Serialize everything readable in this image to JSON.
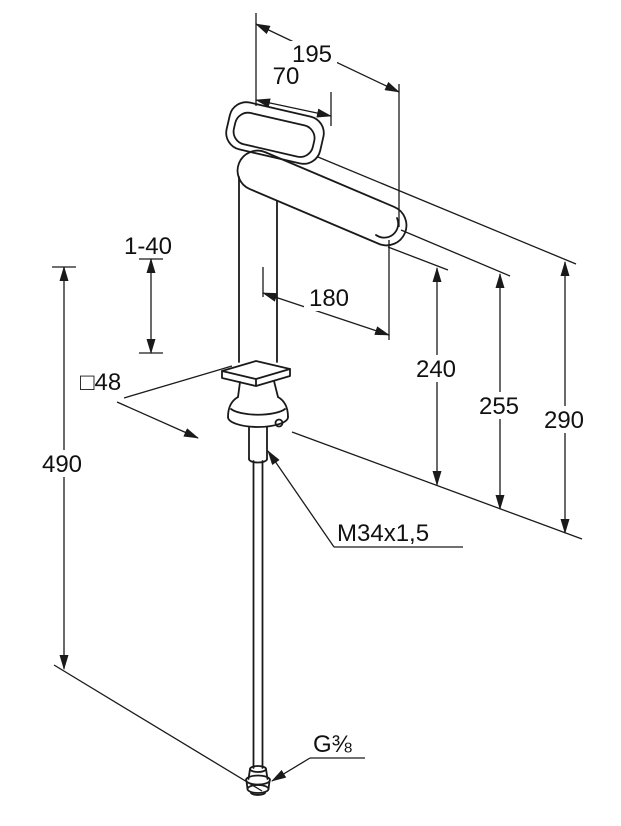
{
  "drawing": {
    "dimensions": {
      "dim_195": "195",
      "dim_70": "70",
      "dim_1_40": "1-40",
      "dim_180": "180",
      "dim_240": "240",
      "dim_255": "255",
      "dim_290": "290",
      "dim_490": "490",
      "dim_square48": "□48",
      "thread_m34": "M34x1,5",
      "thread_g38": "G⅜"
    },
    "colors": {
      "line": "#1a1a1a",
      "background": "#ffffff"
    }
  }
}
